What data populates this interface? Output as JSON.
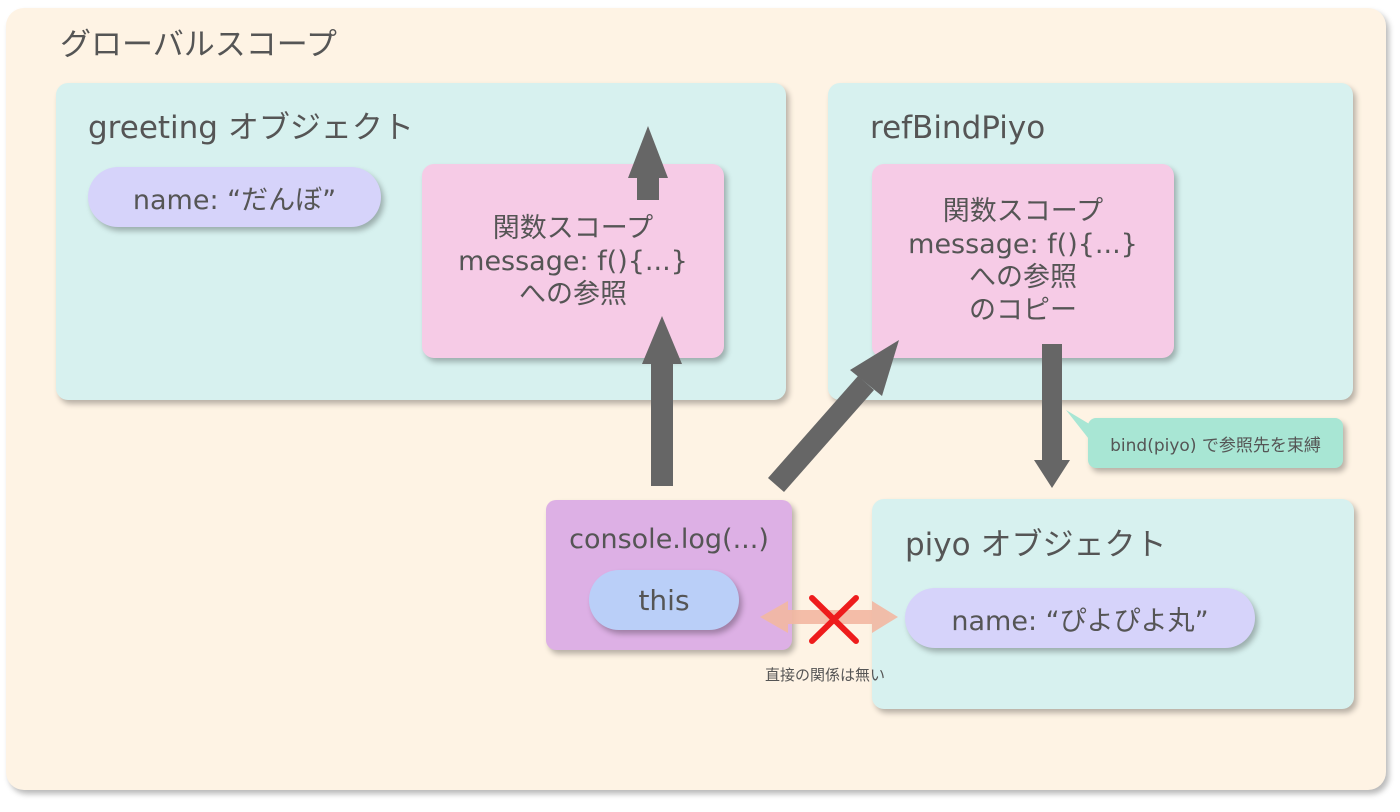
{
  "global_scope": {
    "title": "グローバルスコープ"
  },
  "greeting": {
    "title": "greeting オブジェクト",
    "name_prop": "name: “だんぼ”",
    "function_scope": {
      "line1": "関数スコープ",
      "line2": "message: f(){...}",
      "line3": "への参照"
    }
  },
  "ref_bind_piyo": {
    "title": "refBindPiyo",
    "box": {
      "line1": "関数スコープ",
      "line2": "message: f(){...}",
      "line3": "への参照",
      "line4": "のコピー"
    }
  },
  "bind_callout": {
    "text": "bind(piyo) で参照先を束縛"
  },
  "console": {
    "title": "console.log(...)",
    "this_label": "this"
  },
  "piyo": {
    "title": "piyo オブジェクト",
    "name_prop": "name: “ぴよぴよ丸”"
  },
  "no_relation_label": "直接の関係は無い",
  "colors": {
    "global_bg": "#fef3e4",
    "object_bg": "#d7f1ef",
    "function_bg": "#f6cbe6",
    "console_bg": "#ddb0e5",
    "pill_lavender": "#d6d3fa",
    "pill_blue": "#bacff8",
    "callout_bg": "#a8e6d4",
    "arrow": "#666666",
    "cross": "#ee1c1c",
    "relation_arrow": "#f3b8a2"
  }
}
